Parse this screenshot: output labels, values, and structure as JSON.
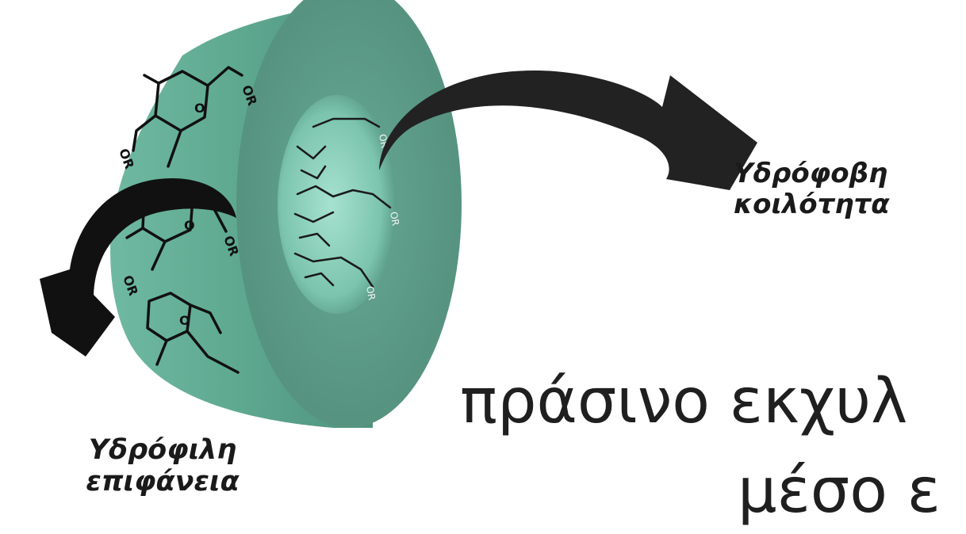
{
  "labels": {
    "hydrophobic_line1": "Υδρόφοβη",
    "hydrophobic_line2": "κοιλότητα",
    "hydrophilic_line1": "Υδρόφιλη",
    "hydrophilic_line2": "επιφάνεια"
  },
  "caption": {
    "line1": "πράσινο εκχυλ",
    "line2": "μέσο ε"
  },
  "molecule_text": {
    "substituent": "OR",
    "ring_oxygen": "O"
  },
  "colors": {
    "torus_outer": "#5aa08a",
    "torus_front": "#5f9f8c",
    "torus_inner": "#8fd0bc",
    "arrow": "#222222",
    "text": "#1f1f1f"
  }
}
